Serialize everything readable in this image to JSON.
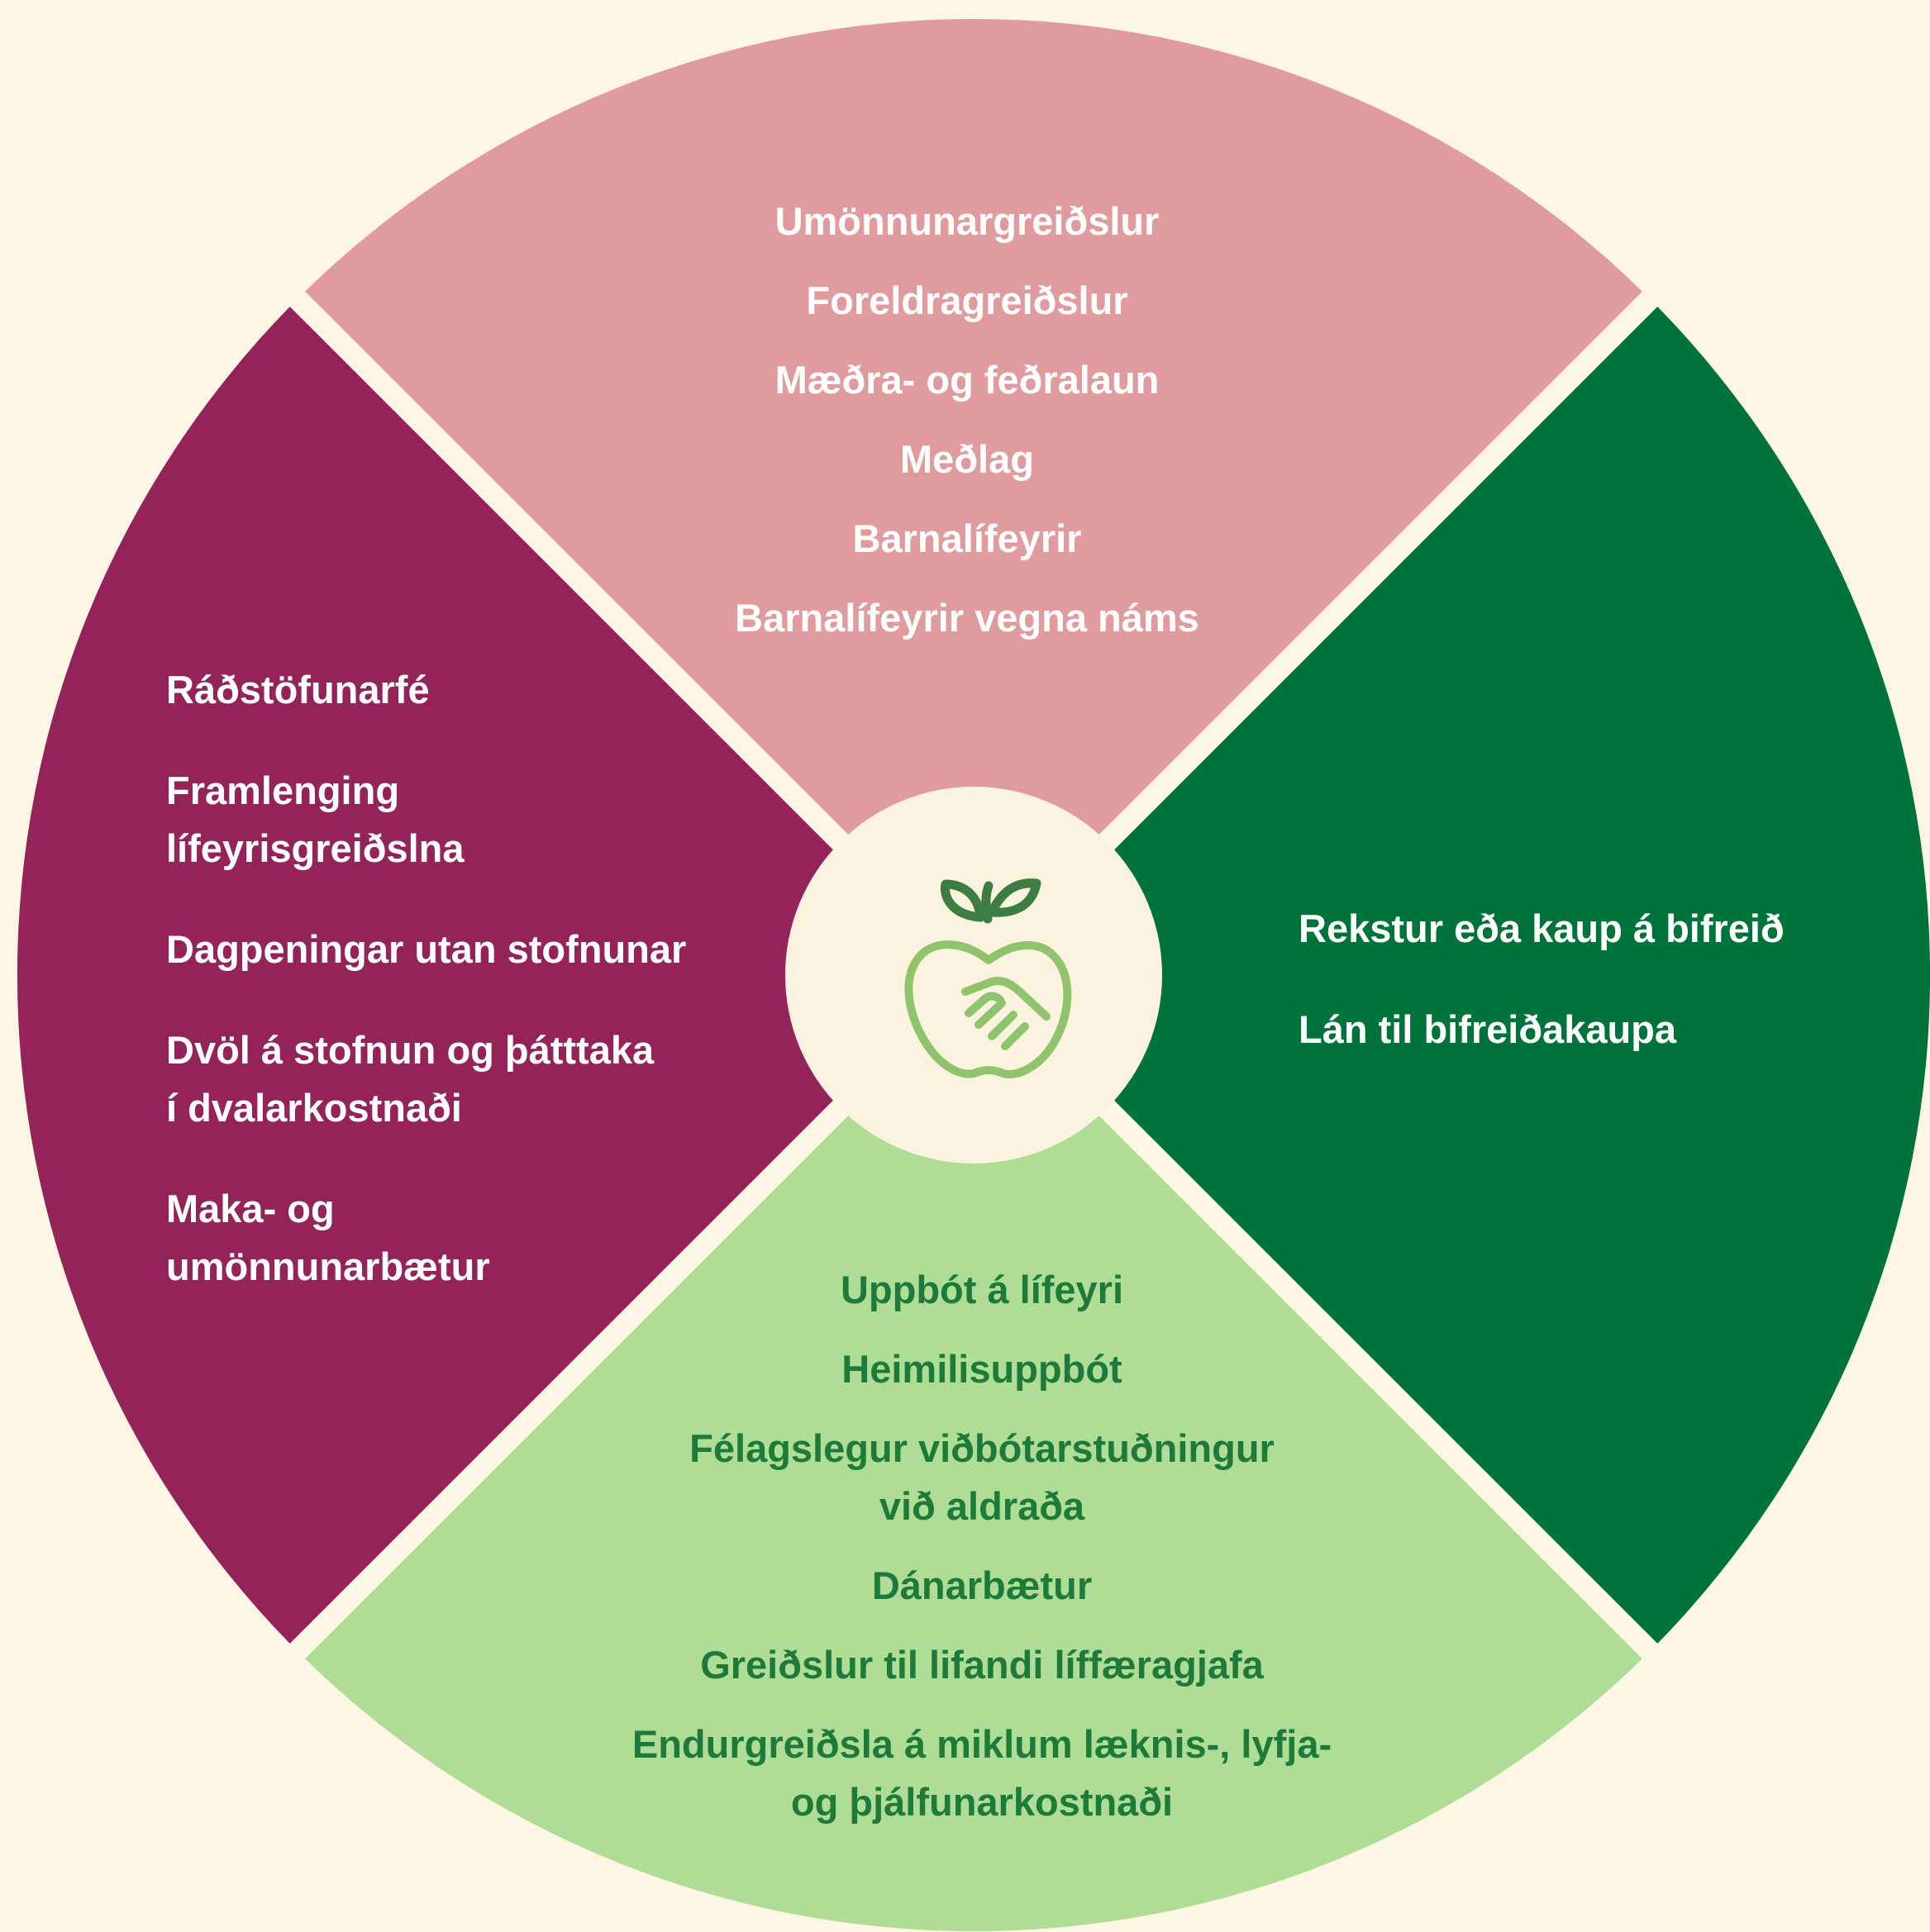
{
  "colors": {
    "background": "#fdf6e4",
    "top": "#e09b9e",
    "left": "#94235a",
    "right": "#00733b",
    "bottom": "#afdd95",
    "center": "#fbf3df",
    "icon_dark": "#3d7d44",
    "icon_light": "#8fc46c",
    "text_light": "#ffffff",
    "text_dark": "#1e7a3a"
  },
  "center_icon": "apple-handshake-icon",
  "top_segment": {
    "items": [
      "Umönnunargreiðslur",
      "Foreldragreiðslur",
      "Mæðra- og feðralaun",
      "Meðlag",
      "Barnalífeyrir",
      "Barnalífeyrir vegna náms"
    ]
  },
  "left_segment": {
    "items": [
      "Ráðstöfunarfé",
      "Framlenging\nlífeyrisgreiðslna",
      "Dagpeningar utan stofnunar",
      "Dvöl á stofnun og þátttaka\ní dvalarkostnaði",
      "Maka- og\numönnunarbætur"
    ]
  },
  "right_segment": {
    "items": [
      "Rekstur eða kaup á bifreið",
      "Lán til bifreiðakaupa"
    ]
  },
  "bottom_segment": {
    "items": [
      "Uppbót á lífeyri",
      "Heimilisuppbót",
      "Félagslegur viðbótarstuðningur\nvið aldraða",
      "Dánarbætur",
      "Greiðslur til lifandi líffæragjafa",
      "Endurgreiðsla á miklum læknis-, lyfja-\nog þjálfunarkostnaði"
    ]
  }
}
